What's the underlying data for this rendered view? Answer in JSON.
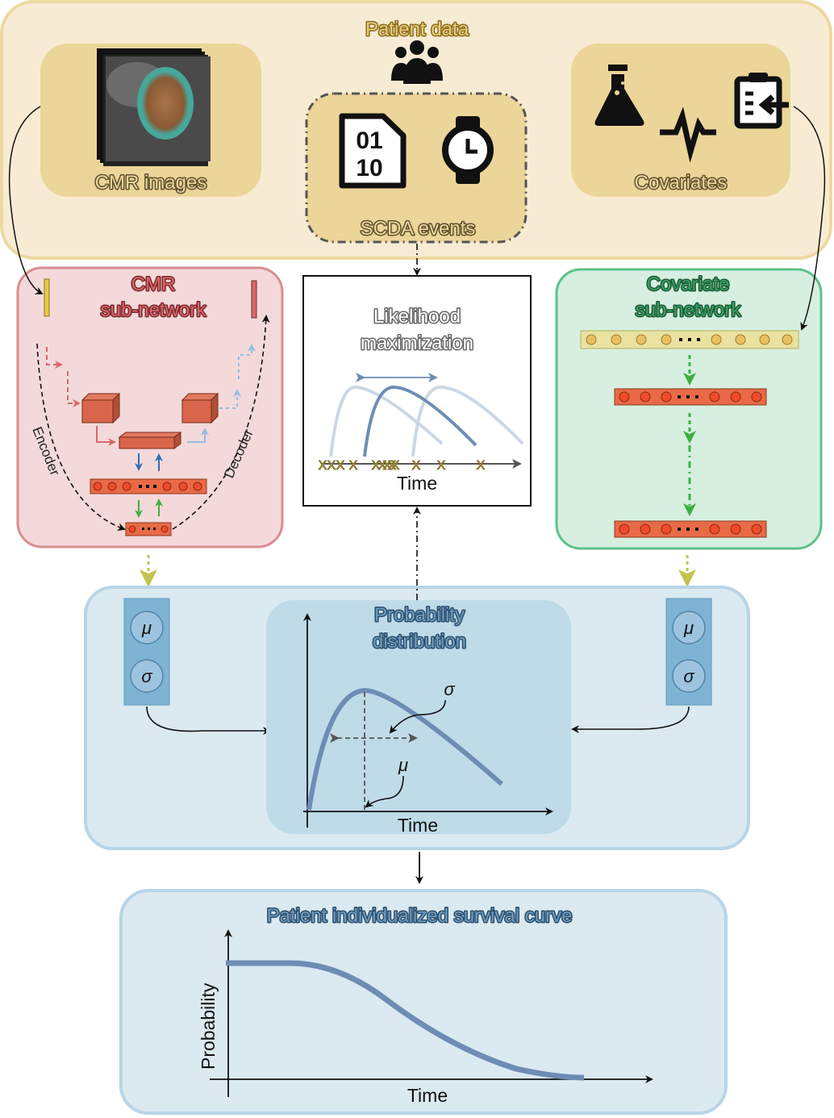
{
  "patient_data": {
    "title": "Patient data",
    "cmr_images_label": "CMR images",
    "scda_events_label": "SCDA events",
    "covariates_label": "Covariates",
    "binary_digits_top": "01",
    "binary_digits_bottom": "10"
  },
  "cmr_subnetwork": {
    "title_line1": "CMR",
    "title_line2": "sub-network",
    "encoder_label": "Encoder",
    "decoder_label": "Decoder"
  },
  "likelihood": {
    "title_line1": "Likelihood",
    "title_line2": "maximization",
    "xlabel": "Time",
    "event_marker": "X"
  },
  "covariate_subnetwork": {
    "title_line1": "Covariate",
    "title_line2": "sub-network"
  },
  "probability_distribution": {
    "title_line1": "Probability",
    "title_line2": "distribution",
    "mu_symbol": "μ",
    "sigma_symbol": "σ",
    "xlabel": "Time"
  },
  "survival_curve": {
    "title": "Patient individualized survival curve",
    "ylabel": "Probability",
    "xlabel": "Time"
  },
  "colors": {
    "patient_bg": "#f7ecd3",
    "patient_border": "#ecd9a0",
    "cmr_bg": "#f3d9da",
    "cmr_border": "#d98d8f",
    "cmr_title": "#c0474b",
    "cov_bg": "#d6efe0",
    "cov_border": "#5cc28a",
    "cov_title": "#2e8b57",
    "prob_bg": "#dbe9f1",
    "prob_border": "#b8d5e6",
    "prob_title": "#5a88aa",
    "curve": "#6d8db5"
  }
}
